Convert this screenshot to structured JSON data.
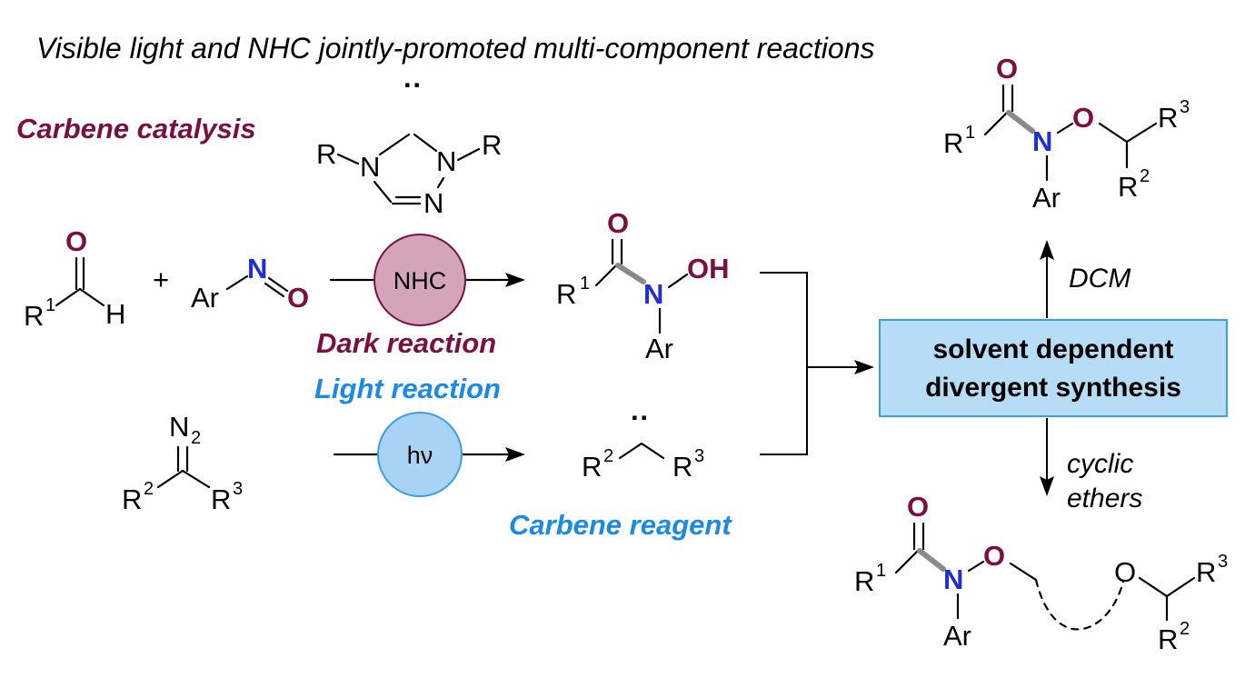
{
  "title": "Visible light and NHC jointly-promoted multi-component reactions",
  "labels": {
    "carbene_catalysis": "Carbene catalysis",
    "dark_reaction": "Dark reaction",
    "light_reaction": "Light reaction",
    "carbene_reagent": "Carbene reagent"
  },
  "catalysts": {
    "nhc": "NHC",
    "light": "hν"
  },
  "box": {
    "line1": "solvent dependent",
    "line2": "divergent synthesis"
  },
  "conditions": {
    "up": "DCM",
    "down_line1": "cyclic",
    "down_line2": "ethers"
  },
  "atoms": {
    "R": "R",
    "N": "N",
    "O": "O",
    "H": "H",
    "OH": "OH",
    "Ar": "Ar",
    "plus": "+",
    "N2": "N",
    "n1": "1",
    "n2": "2",
    "n3": "3",
    "dots": "··"
  },
  "colors": {
    "oxygen": "#7a0f42",
    "nitrogen": "#1f2fd0",
    "nhc_circle": "#d4a4b9",
    "light_circle": "#a9d3f5",
    "box_fill": "#b7ddf6",
    "box_border": "#3d9ee3",
    "carbonyl_bond": "#8a8a8a"
  }
}
